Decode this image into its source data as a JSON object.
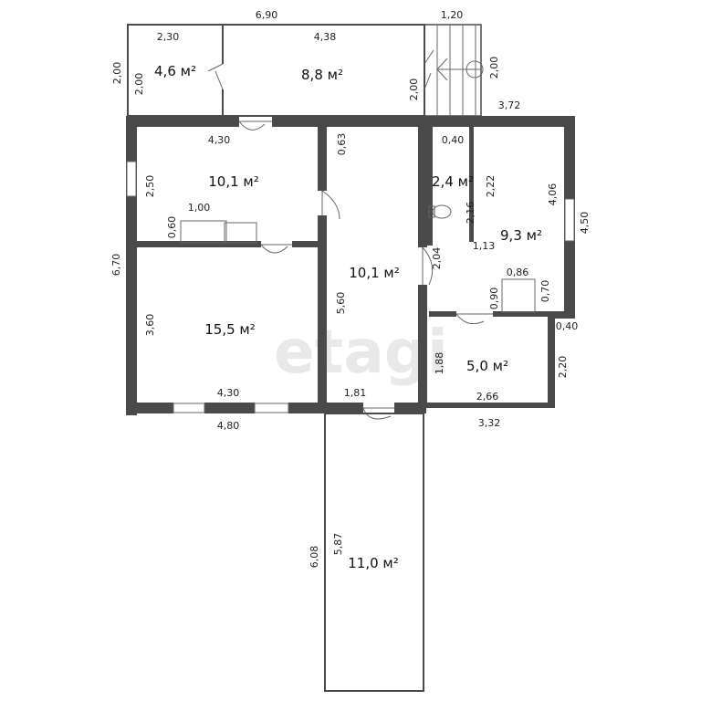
{
  "watermark": "etagi",
  "rooms": [
    {
      "id": "r1",
      "area": "4,6 м²"
    },
    {
      "id": "r2",
      "area": "8,8 м²"
    },
    {
      "id": "r3",
      "area": "10,1 м²"
    },
    {
      "id": "r4",
      "area": "15,5 м²"
    },
    {
      "id": "r5",
      "area": "10,1 м²"
    },
    {
      "id": "r6",
      "area": "2,4 м²"
    },
    {
      "id": "r7",
      "area": "9,3 м²"
    },
    {
      "id": "r8",
      "area": "5,0 м²"
    },
    {
      "id": "r9",
      "area": "11,0 м²"
    }
  ],
  "dims": [
    "6,90",
    "1,20",
    "2,30",
    "4,38",
    "2,00",
    "2,00",
    "2,00",
    "2,00",
    "3,72",
    "4,30",
    "0,63",
    "0,40",
    "2,50",
    "2,22",
    "4,06",
    "2,16",
    "4,50",
    "1,00",
    "0,60",
    "6,70",
    "2,04",
    "1,13",
    "0,86",
    "3,60",
    "5,60",
    "0,90",
    "0,70",
    "0,40",
    "1,88",
    "2,20",
    "4,30",
    "1,81",
    "2,66",
    "4,80",
    "3,32",
    "5,87",
    "6,08"
  ]
}
